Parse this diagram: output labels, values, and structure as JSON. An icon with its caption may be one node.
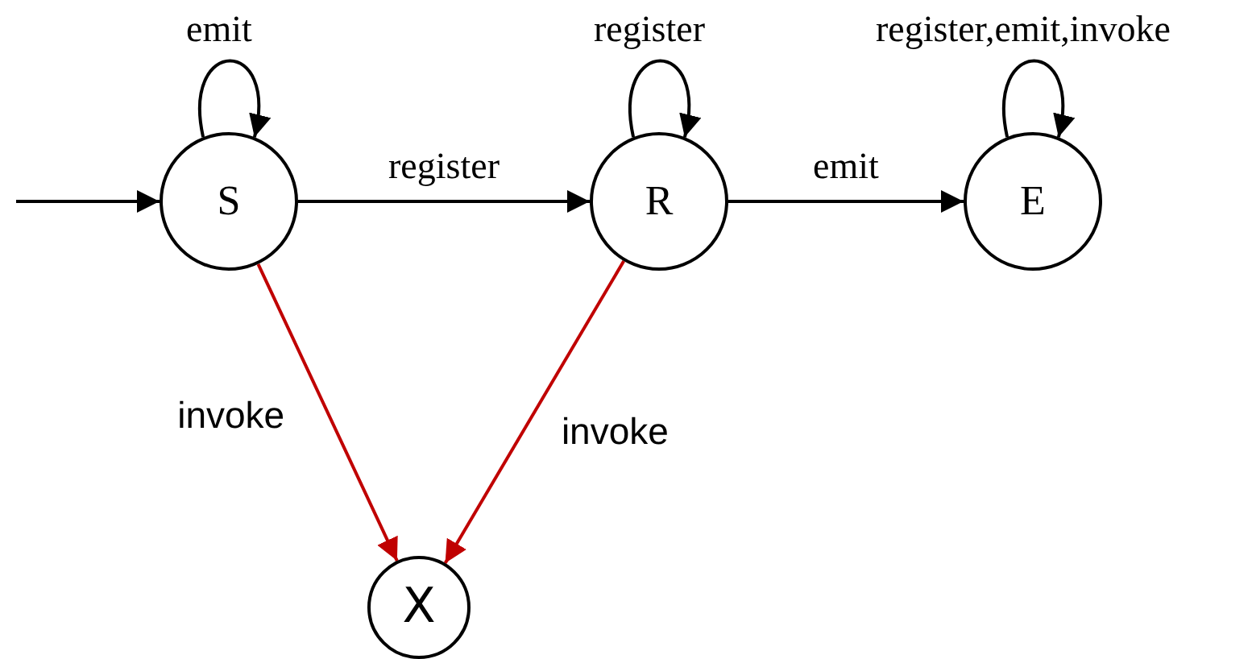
{
  "diagram": {
    "nodes": [
      {
        "text": [
          "S"
        ]
      },
      {
        "text": [
          "R"
        ]
      },
      {
        "text": [
          "E"
        ]
      },
      {
        "text": [
          "X"
        ]
      }
    ],
    "edges": [
      {
        "from": null,
        "to": 0,
        "arrow": "to"
      },
      {
        "from": 0,
        "to": 0,
        "label": "emit",
        "arrow": "to"
      },
      {
        "from": 0,
        "to": 1,
        "label": "register",
        "arrow": "to"
      },
      {
        "from": 1,
        "to": 1,
        "label": "register",
        "arrow": "to"
      },
      {
        "from": 1,
        "to": 2,
        "label": "emit",
        "arrow": "to"
      },
      {
        "from": 2,
        "to": 2,
        "label": "register,emit,invoke",
        "arrow": "to"
      },
      {
        "from": 0,
        "to": 3,
        "label": "invoke",
        "arrow": "to",
        "color": "#c00000"
      },
      {
        "from": 1,
        "to": 3,
        "label": "invoke",
        "arrow": "to",
        "color": "#c00000"
      }
    ]
  }
}
